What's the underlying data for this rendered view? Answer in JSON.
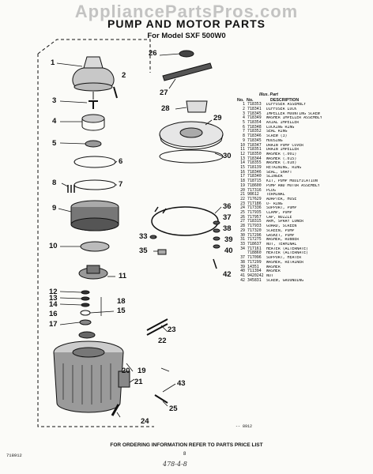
{
  "watermark": "AppliancePartsPros.com",
  "title": "PUMP AND MOTOR PARTS",
  "subtitle": "For Model SXF 500W0",
  "table": {
    "head_line": "Illus. Part",
    "col_no": "No.",
    "col_part": "No.",
    "col_desc": "DESCRIPTION",
    "rows": [
      [
        "1",
        "718353",
        "DIFFUSER ASSEMBLY"
      ],
      [
        "2",
        "718341",
        "DIFFUSER LOCK"
      ],
      [
        "3",
        "718345",
        "IMPELLER MOUNTING SCREW"
      ],
      [
        "4",
        "718349",
        "WASHER IMPELLER ASSEMBLY"
      ],
      [
        "5",
        "718354",
        "AXIAL IMPELLER"
      ],
      [
        "6",
        "718348",
        "LOCKING RING"
      ],
      [
        "7",
        "718352",
        "SEAL RING"
      ],
      [
        "8",
        "718346",
        "SCREW (3)"
      ],
      [
        "9",
        "718345",
        "HOUSING"
      ],
      [
        "10",
        "718347",
        "DRAIN PUMP COVER"
      ],
      [
        "11",
        "718351",
        "DRAIN IMPELLER"
      ],
      [
        "12",
        "718350",
        "WASHER (.001)"
      ],
      [
        "13",
        "718344",
        "WASHER (.015)"
      ],
      [
        "14",
        "718355",
        "WASHER (.010)"
      ],
      [
        "15",
        "718139",
        "RETAINING, RING"
      ],
      [
        "16",
        "718346",
        "SEAL, SHAFT"
      ],
      [
        "17",
        "718340",
        "SLINGER"
      ],
      [
        "18",
        "718715",
        "KIT, PUMP MODIFICATION"
      ],
      [
        "19",
        "718600",
        "PUMP AND MOTOR ASSEMBLY"
      ],
      [
        "20",
        "717316",
        "PLUG"
      ],
      [
        "21",
        "98612",
        "TERMINAL"
      ],
      [
        "22",
        "717629",
        "ADAPTER, HOSE"
      ],
      [
        "23",
        "717186",
        "O- RING"
      ],
      [
        "24",
        "717336",
        "SUPPORT, PUMP"
      ],
      [
        "25",
        "717935",
        "CLAMP, PUMP"
      ],
      [
        "26",
        "717957",
        "CAP, NOZZLE"
      ],
      [
        "27",
        "718315",
        "ARM, SPRAY LOWER"
      ],
      [
        "28",
        "717933",
        "GUARD, SCREEN"
      ],
      [
        "29",
        "717320",
        "SCREEN, PUMP"
      ],
      [
        "30",
        "717296",
        "GASKET, PUMP"
      ],
      [
        "31",
        "717275",
        "WASHER, RUBBER"
      ],
      [
        "33",
        "718637",
        "NUT, TERMINAL"
      ],
      [
        "34",
        "717161",
        "HEATER (ALTERNATE)"
      ],
      [
        "",
        "718860",
        "HEATER (ALTERNATE)"
      ],
      [
        "37",
        "717096",
        "SUPPORT, HEATER"
      ],
      [
        "38",
        "717299",
        "WASHER, RETAINER"
      ],
      [
        "39",
        "14351",
        "WASHER"
      ],
      [
        "40",
        "711394",
        "WASHER"
      ],
      [
        "41",
        "9420242",
        "NUT"
      ],
      [
        "42",
        "345831",
        "SCREW, GROUNDING"
      ]
    ]
  },
  "callouts": [
    "1",
    "2",
    "3",
    "4",
    "5",
    "6",
    "7",
    "8",
    "9",
    "10",
    "11",
    "12",
    "13",
    "14",
    "15",
    "16",
    "17",
    "18",
    "19",
    "20",
    "21",
    "22",
    "23",
    "24",
    "25",
    "26",
    "27",
    "28",
    "29",
    "30",
    "33",
    "35",
    "36",
    "37",
    "38",
    "39",
    "40",
    "42",
    "43"
  ],
  "footer": "FOR ORDERING INFORMATION REFER TO PARTS PRICE LIST",
  "doc_code": "718912",
  "ref_code": "-- 8912",
  "page_number": "8",
  "handwritten": "478-4-8"
}
